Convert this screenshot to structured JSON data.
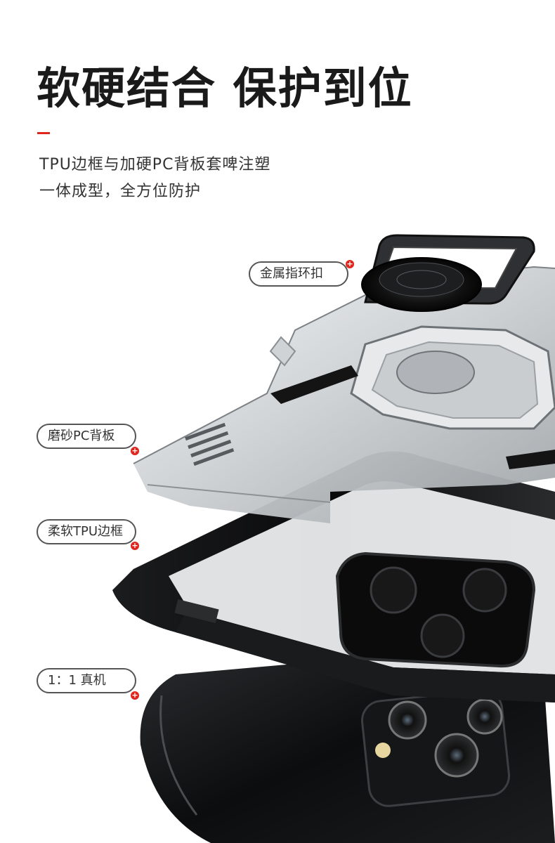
{
  "header": {
    "title": "软硬结合 保护到位",
    "subtitle_line1": "TPU边框与加硬PC背板套啤注塑",
    "subtitle_line2": "一体成型，全方位防护"
  },
  "callouts": [
    {
      "label": "金属指环扣",
      "icon": "plus-icon"
    },
    {
      "label": "磨砂PC背板",
      "icon": "plus-icon"
    },
    {
      "label": "柔软TPU边框",
      "icon": "plus-icon"
    },
    {
      "label": "1：1 真机",
      "icon": "plus-icon"
    }
  ],
  "colors": {
    "accent": "#e0261c",
    "title": "#1a1a1a",
    "case_black": "#0f0f10",
    "frosted_pc": "#d9dcdf"
  }
}
